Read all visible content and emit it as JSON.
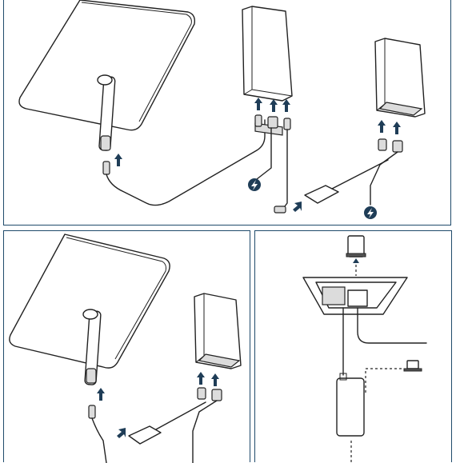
{
  "diagram": {
    "colors": {
      "frame": "#1f4a6b",
      "line": "#222222",
      "arrow": "#1f3d57",
      "power_badge": "#1f3d57"
    },
    "panels": [
      {
        "id": "top",
        "description_icons": [
          "dish-icon",
          "router-icon",
          "power-supply-icon",
          "router-alt-icon",
          "adapter-icon"
        ]
      },
      {
        "id": "bottom-left",
        "description_icons": [
          "dish-icon",
          "router-icon",
          "adapter-icon"
        ]
      },
      {
        "id": "bottom-right",
        "description_icons": [
          "mount-icon",
          "router-icon",
          "laptop-icon"
        ]
      }
    ],
    "icons": {
      "power": "lightning-bolt-icon",
      "arrow": "arrow-up-icon"
    }
  }
}
